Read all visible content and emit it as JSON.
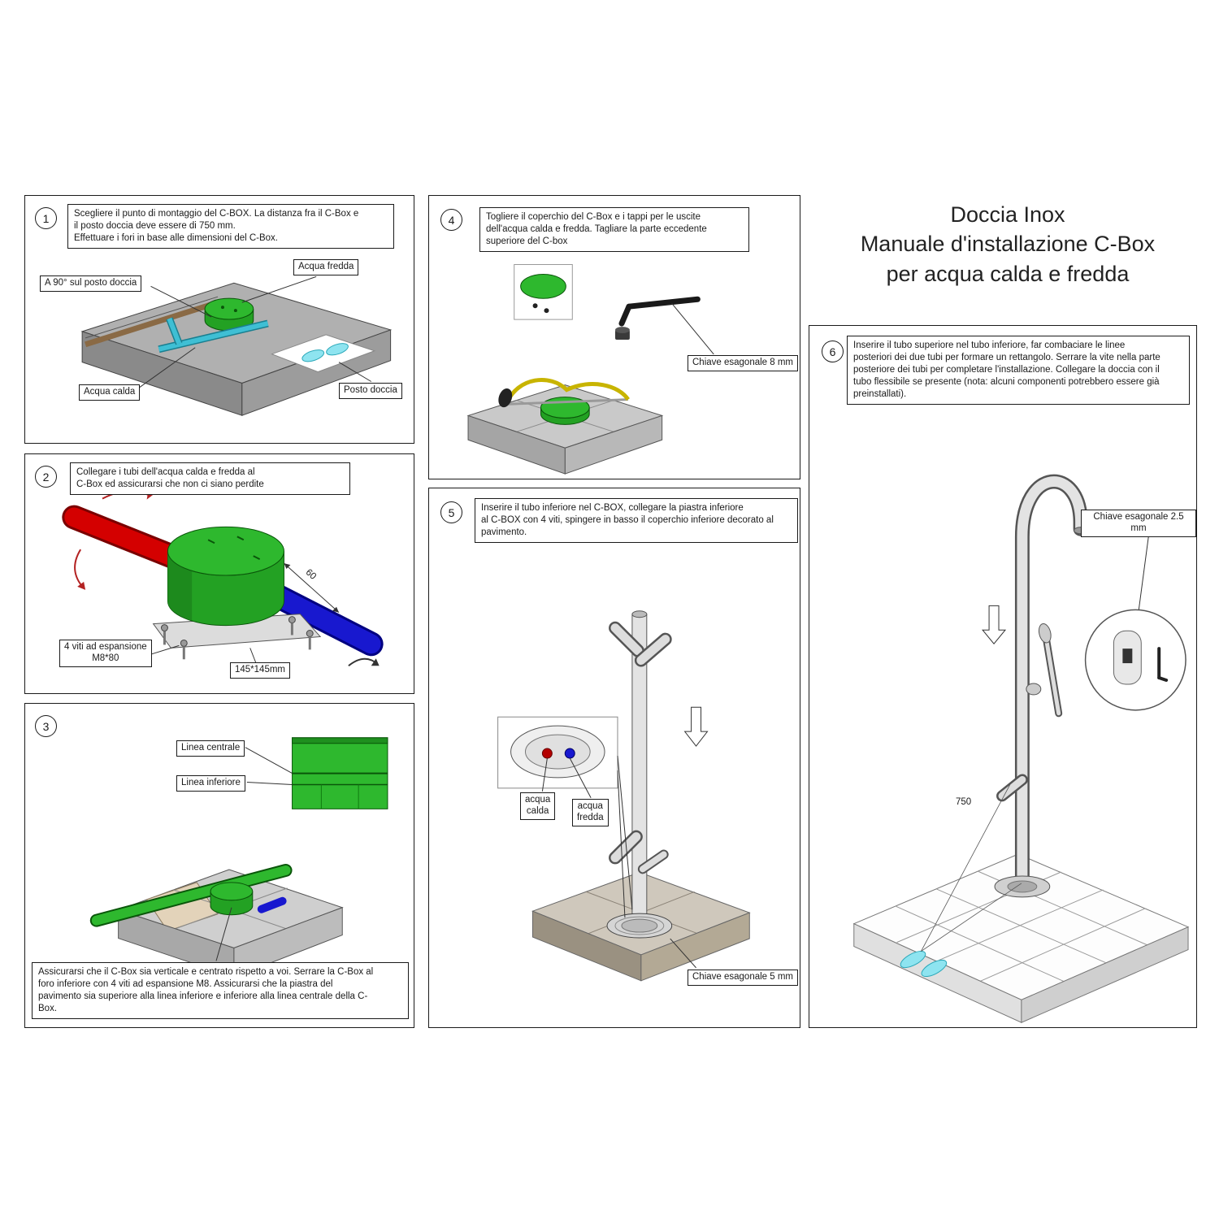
{
  "title": {
    "line1": "Doccia Inox",
    "line2": "Manuale d'installazione C-Box",
    "line3": "per acqua calda e fredda"
  },
  "colors": {
    "cbox_green": "#2eb82e",
    "hot_red": "#d40000",
    "cold_blue": "#1818cf",
    "cyan": "#8ee4f0"
  },
  "step1": {
    "number": "1",
    "instruction": "Scegliere il punto di montaggio del C-BOX. La distanza fra il C-Box e\nil posto doccia deve essere di 750 mm.\nEffettuare i fori in base alle dimensioni del C-Box.",
    "label_angle": "A 90° sul posto doccia",
    "label_cold": "Acqua fredda",
    "label_hot": "Acqua calda",
    "label_shower_spot": "Posto doccia"
  },
  "step2": {
    "number": "2",
    "instruction": "Collegare i tubi dell'acqua calda e fredda al\nC-Box ed assicurarsi che non ci siano perdite",
    "label_screws": "4 viti ad espansione\nM8*80",
    "label_size": "145*145mm",
    "dim_60": "60"
  },
  "step3": {
    "number": "3",
    "label_center_line": "Linea centrale",
    "label_lower_line": "Linea inferiore",
    "instruction": "Assicurarsi che il C-Box sia verticale e centrato rispetto a voi. Serrare la C-Box al\nforo inferiore con 4 viti ad espansione M8. Assicurarsi che la piastra del\npavimento sia superiore alla linea inferiore e inferiore alla linea centrale della C-\nBox."
  },
  "step4": {
    "number": "4",
    "instruction": "Togliere il coperchio del C-Box e i tappi per le uscite\ndell'acqua calda e fredda. Tagliare la parte eccedente\nsuperiore del C-box",
    "label_key": "Chiave esagonale 8 mm"
  },
  "step5": {
    "number": "5",
    "instruction": "Inserire il tubo inferiore nel C-BOX, collegare la piastra inferiore\nal C-BOX con 4 viti, spingere in basso il coperchio inferiore decorato al\npavimento.",
    "label_hot": "acqua\ncalda",
    "label_cold": "acqua\nfredda",
    "label_key": "Chiave esagonale 5 mm"
  },
  "step6": {
    "number": "6",
    "instruction": "Inserire il tubo superiore nel tubo inferiore, far combaciare le linee\nposteriori dei due tubi per formare un rettangolo. Serrare la vite nella parte\nposteriore dei tubi per completare l'installazione. Collegare la doccia con il\ntubo flessibile se presente (nota: alcuni componenti potrebbero essere già\npreinstallati).",
    "label_key": "Chiave esagonale 2.5 mm",
    "dim_750": "750"
  }
}
